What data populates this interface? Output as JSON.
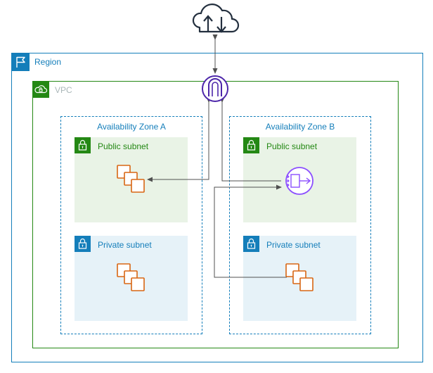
{
  "region": {
    "label": "Region"
  },
  "vpc": {
    "label": "VPC"
  },
  "zones": [
    {
      "label": "Availability Zone A",
      "public_subnet": {
        "label": "Public subnet"
      },
      "private_subnet": {
        "label": "Private subnet"
      }
    },
    {
      "label": "Availability Zone B",
      "public_subnet": {
        "label": "Public subnet"
      },
      "private_subnet": {
        "label": "Private subnet"
      }
    }
  ],
  "icons": {
    "internet": "cloud-upload-download-icon",
    "internet_gateway": "internet-gateway-icon",
    "nat_gateway": "nat-gateway-icon",
    "instances": "ec2-instances-icon",
    "region": "flag-icon",
    "vpc": "cloud-lock-icon",
    "subnet": "padlock-icon"
  },
  "colors": {
    "region": "#147eba",
    "vpc": "#248814",
    "vpc_label": "#aab7b8",
    "public_subnet_bg": "#e9f3e6",
    "private_subnet_bg": "#e6f2f8",
    "instances": "#d86613",
    "gateway": "#8c4fff",
    "internet_gateway": "#4d27aa",
    "connector": "#000000"
  }
}
